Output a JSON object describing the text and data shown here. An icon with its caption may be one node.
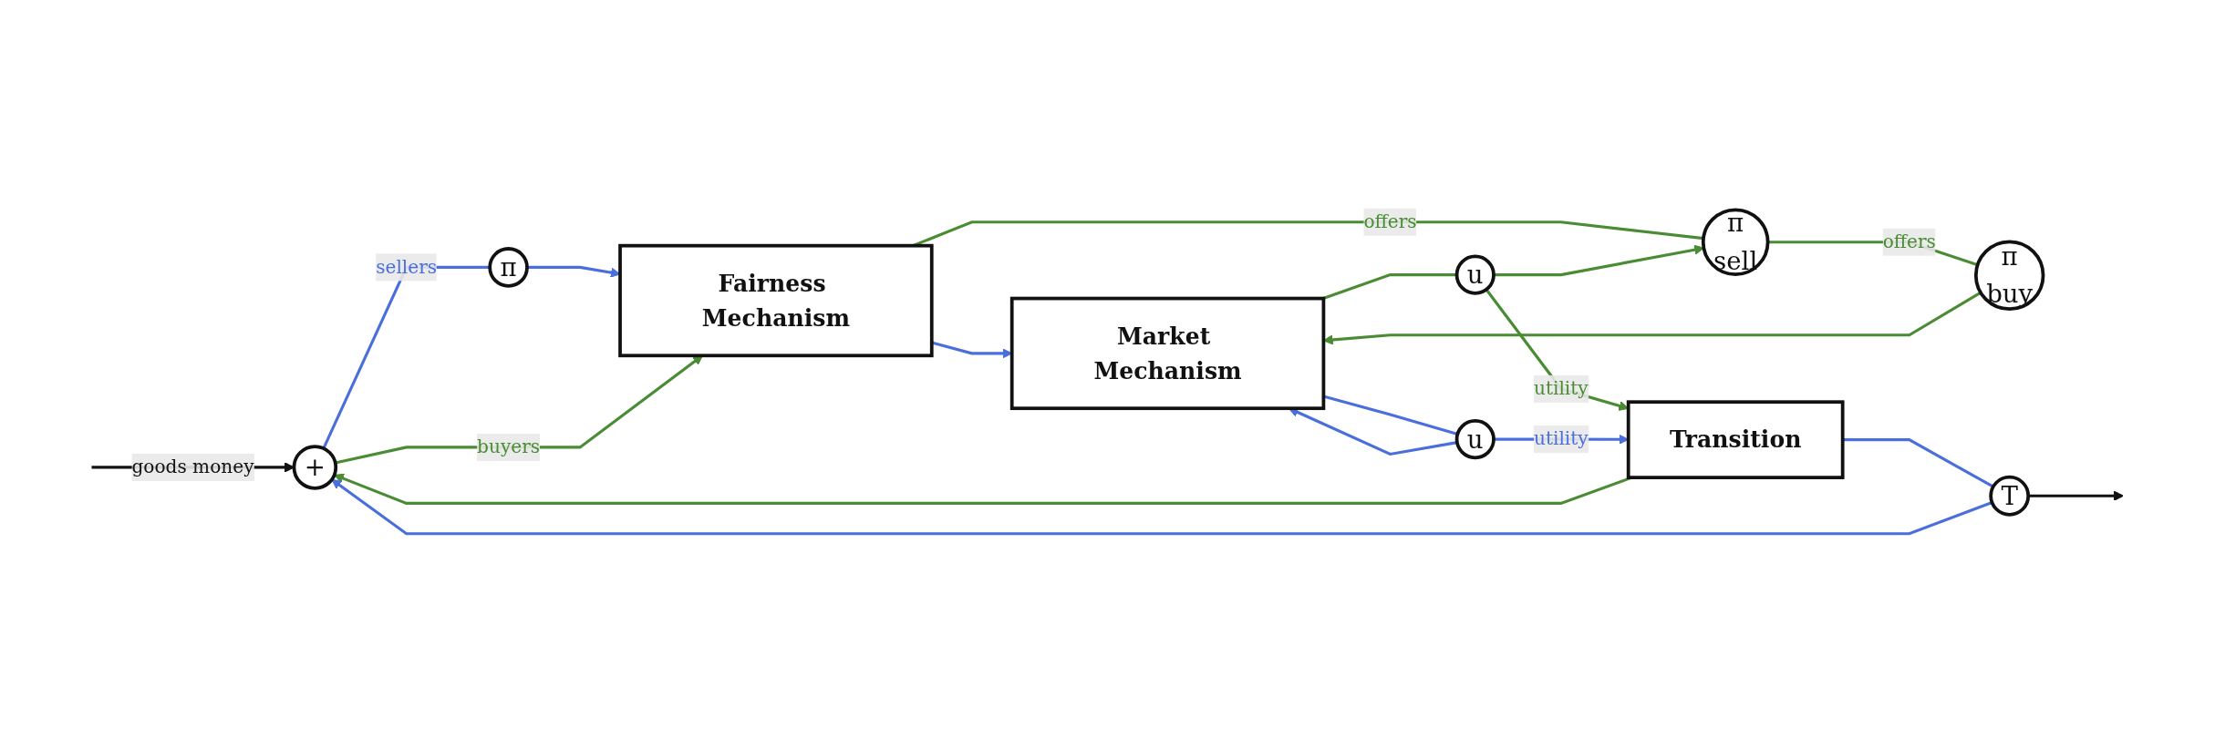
{
  "diagram": {
    "nodes": [
      {
        "text": [
          "+"
        ]
      },
      {
        "text": [
          "π"
        ]
      },
      {
        "text": [
          "Fairness Mechanism"
        ]
      },
      {
        "text": [
          "π",
          "sell"
        ]
      },
      {
        "text": [
          "π",
          "buy"
        ]
      },
      {
        "text": [
          "Market Mechanism"
        ]
      },
      {
        "text": [
          "u"
        ]
      },
      {
        "text": [
          "u"
        ]
      },
      {
        "text": [
          "Transition"
        ]
      },
      {
        "text": [
          "T"
        ]
      }
    ],
    "edges": [
      {
        "from": null,
        "to": 0,
        "arrow": "to",
        "label": "goods money",
        "color": "#111111"
      },
      {
        "from": 0,
        "to": 1,
        "arrow": "none",
        "label": "sellers",
        "color": "#4a6fdc"
      },
      {
        "from": 1,
        "to": 2,
        "arrow": "to",
        "color": "#4a6fdc"
      },
      {
        "from": 0,
        "to": 2,
        "arrow": "to",
        "label": "buyers",
        "color": "#4a8c33"
      },
      {
        "from": 2,
        "to": 5,
        "arrow": "to",
        "color": "#4a6fdc"
      },
      {
        "from": 2,
        "to": 3,
        "arrow": "none",
        "label": "offers",
        "color": "#4a8c33"
      },
      {
        "from": 3,
        "to": 4,
        "arrow": "none",
        "label": "offers",
        "color": "#4a8c33"
      },
      {
        "from": 4,
        "to": 5,
        "arrow": "to",
        "color": "#4a8c33"
      },
      {
        "from": 5,
        "to": 6,
        "arrow": "none",
        "color": "#4a8c33"
      },
      {
        "from": 6,
        "to": 8,
        "arrow": "to",
        "label": "utility",
        "color": "#4a8c33"
      },
      {
        "from": 6,
        "to": 3,
        "arrow": "to",
        "color": "#4a8c33"
      },
      {
        "from": 5,
        "to": 7,
        "arrow": "none",
        "color": "#4a6fdc"
      },
      {
        "from": 7,
        "to": 8,
        "arrow": "to",
        "label": "utility",
        "color": "#4a6fdc"
      },
      {
        "from": 7,
        "to": 5,
        "arrow": "to",
        "color": "#4a6fdc"
      },
      {
        "from": 8,
        "to": 0,
        "arrow": "to",
        "color": "#4a8c33"
      },
      {
        "from": 8,
        "to": 9,
        "arrow": "none",
        "color": "#4a6fdc"
      },
      {
        "from": 9,
        "to": 0,
        "arrow": "to",
        "color": "#4a6fdc"
      },
      {
        "from": 9,
        "to": null,
        "arrow": "to",
        "color": "#111111"
      }
    ]
  }
}
